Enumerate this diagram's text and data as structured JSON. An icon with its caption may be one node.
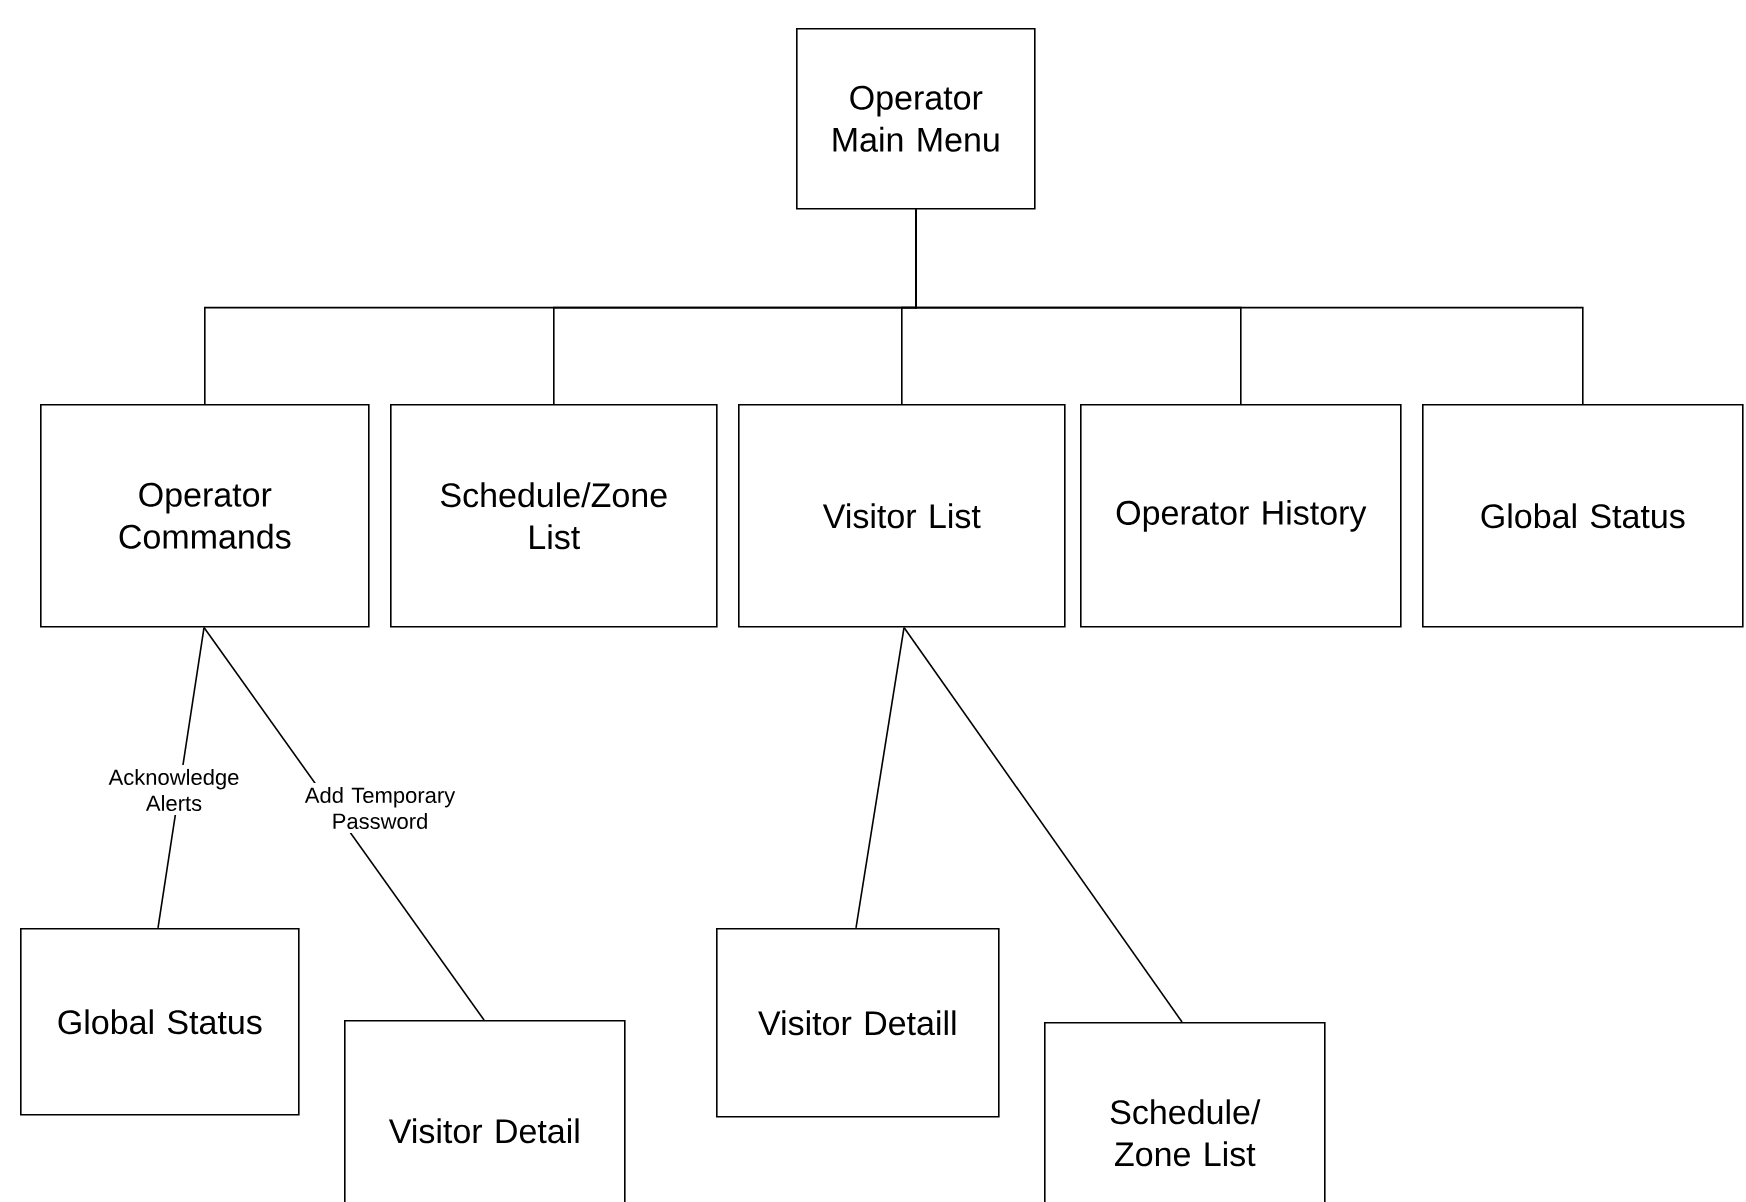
{
  "diagram": {
    "nodes": [
      {
        "text": [
          "Operator Main Menu"
        ]
      },
      {
        "text": [
          "Operator Commands"
        ]
      },
      {
        "text": [
          "Schedule/Zone List"
        ]
      },
      {
        "text": [
          "Visitor List"
        ]
      },
      {
        "text": [
          "Operator History"
        ]
      },
      {
        "text": [
          "Global Status"
        ]
      },
      {
        "text": [
          "Global Status"
        ]
      },
      {
        "text": [
          "Visitor Detail"
        ]
      },
      {
        "text": [
          "Visitor Detaill"
        ]
      },
      {
        "text": [
          "Schedule/ Zone List"
        ]
      }
    ],
    "edges": [
      {
        "from": 0,
        "to": 1,
        "arrow": "none"
      },
      {
        "from": 0,
        "to": 2,
        "arrow": "none"
      },
      {
        "from": 0,
        "to": 3,
        "arrow": "none"
      },
      {
        "from": 0,
        "to": 4,
        "arrow": "none"
      },
      {
        "from": 0,
        "to": 5,
        "arrow": "none"
      },
      {
        "from": 1,
        "to": 6,
        "arrow": "none",
        "label": "Acknowledge Alerts"
      },
      {
        "from": 1,
        "to": 7,
        "arrow": "none",
        "label": "Add Temporary Password"
      },
      {
        "from": 3,
        "to": 8,
        "arrow": "none"
      },
      {
        "from": 3,
        "to": 9,
        "arrow": "none"
      }
    ]
  }
}
